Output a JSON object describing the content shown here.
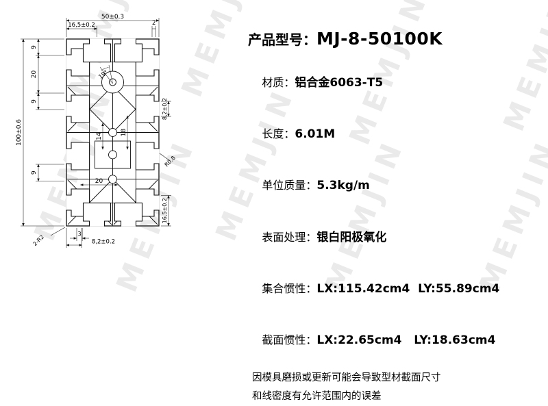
{
  "watermark": {
    "text": "MEMJIN"
  },
  "panel": {
    "title_label": "产品型号：",
    "title_value": "MJ-8-50100K",
    "rows": [
      {
        "label": "材质：",
        "value": "铝合金6063-T5"
      },
      {
        "label": "长度：",
        "value": "6.01M"
      },
      {
        "label": "单位质量：",
        "value": "5.3kg/m"
      },
      {
        "label": "表面处理：",
        "value": "银白阳极氧化"
      },
      {
        "label": "集合惯性：",
        "value": "LX:115.42cm4  LY:55.89cm4"
      },
      {
        "label": "截面惯性：",
        "value": "LX:22.65cm4   LY:18.63cm4"
      }
    ],
    "notes": [
      "因模具磨损或更新可能会导致型材截面尺寸",
      "和线密度有允许范围内的误差"
    ]
  },
  "drawing": {
    "dims": {
      "width": "50±0.3",
      "top_slot": "16,5±0.2",
      "wall2": "2",
      "nine_a": "9",
      "twenty_left": "20",
      "nine_b": "9",
      "nine_c": "9",
      "height": "100±0.6",
      "angle": "19°",
      "slot_right": "8,2±0.2",
      "fourteen": "14",
      "eighteen": "18",
      "twenty_bottom": "20",
      "right_lower": "16,5±0.2",
      "three": "3",
      "bottom_slot": "8,2±0.2",
      "radius_corner": "2-R2",
      "radius_slot": "R0.8"
    }
  }
}
